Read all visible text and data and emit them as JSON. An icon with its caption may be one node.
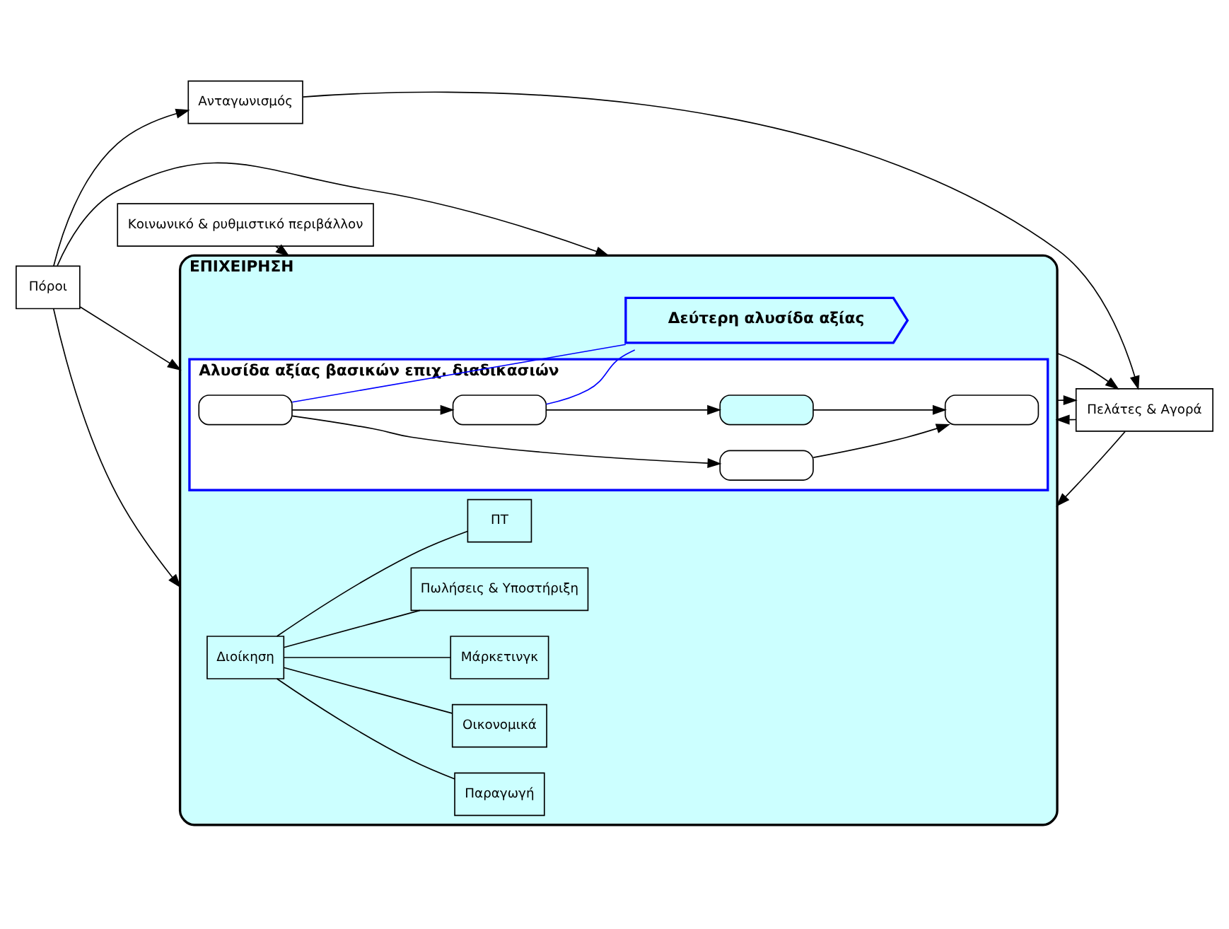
{
  "diagram": {
    "nodes": [
      {
        "text": [
          "Κοινωνικό & ρυθμιστικό περιβάλλον"
        ]
      },
      {
        "text": [
          "Πόροι"
        ]
      },
      {
        "text": [
          "ΕΠΙΧΕΙΡΗΣΗ"
        ]
      },
      {
        "text": [
          "Διοίκηση"
        ],
        "in": 2
      },
      {
        "text": [
          "ΠΤ"
        ],
        "in": 2
      },
      {
        "text": [
          "Παραγωγή"
        ],
        "in": 2
      },
      {
        "text": [
          "Οικονομικά"
        ],
        "in": 2
      },
      {
        "text": [
          "Μάρκετινγκ"
        ],
        "in": 2
      },
      {
        "text": [
          "Πωλήσεις & Υποστήριξη"
        ],
        "in": 2
      },
      {
        "text": [
          "Αλυσίδα αξίας βασικών επιχ. διαδικασιών"
        ],
        "in": 2
      },
      {
        "text": [],
        "shape": "box",
        "in": 9
      },
      {
        "text": [],
        "shape": "box",
        "in": 9
      },
      {
        "text": [],
        "shape": "box",
        "in": 9
      },
      {
        "text": [],
        "shape": "box",
        "in": 9
      },
      {
        "text": [],
        "shape": "box",
        "in": 9
      },
      {
        "text": [
          "Δεύτερη αλυσίδα αξίας"
        ],
        "in": 2
      },
      {
        "text": [
          "Πελάτες & Αγορά"
        ]
      },
      {
        "text": [
          "Ανταγωνισμός"
        ]
      }
    ],
    "edges": [
      {
        "from": 0,
        "to": 2,
        "arrow": "to"
      },
      {
        "from": 3,
        "to": 4,
        "arrow": "none"
      },
      {
        "from": 3,
        "to": 5,
        "arrow": "none"
      },
      {
        "from": 3,
        "to": 6,
        "arrow": "none"
      },
      {
        "from": 3,
        "to": 7,
        "arrow": "none"
      },
      {
        "from": 3,
        "to": 8,
        "arrow": "none"
      },
      {
        "from": 1,
        "to": 2,
        "arrow": "to"
      },
      {
        "from": 1,
        "to": 2,
        "arrow": "to"
      },
      {
        "from": 1,
        "to": 2,
        "arrow": "to"
      },
      {
        "from": 16,
        "to": 2,
        "arrow": "to"
      },
      {
        "from": 16,
        "to": 2,
        "arrow": "to"
      },
      {
        "from": 2,
        "to": 16,
        "arrow": "to"
      },
      {
        "from": 2,
        "to": 16,
        "arrow": "to"
      },
      {
        "from": 1,
        "to": 17,
        "arrow": "to"
      },
      {
        "from": 17,
        "to": 16,
        "arrow": "to"
      },
      {
        "from": 10,
        "to": 11,
        "arrow": "to"
      },
      {
        "from": 10,
        "to": 12,
        "arrow": "to"
      },
      {
        "from": 11,
        "to": 14,
        "arrow": "to"
      },
      {
        "from": 12,
        "to": 13,
        "arrow": "to"
      },
      {
        "from": 13,
        "to": 14,
        "arrow": "to"
      },
      {
        "from": 10,
        "to": 15,
        "arrow": "none",
        "color": "#0000ff"
      },
      {
        "from": 12,
        "to": 15,
        "arrow": "none",
        "color": "#0000ff"
      }
    ]
  }
}
